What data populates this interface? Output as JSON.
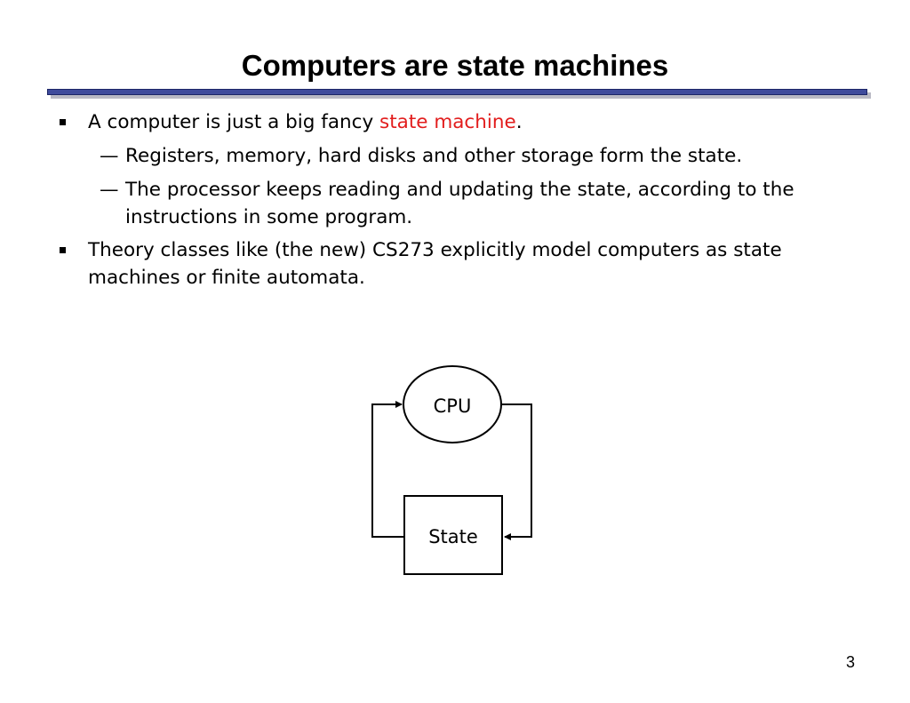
{
  "slide": {
    "title": "Computers are state machines",
    "page_number": "3"
  },
  "bullets": [
    {
      "text_before": "A computer is just a big fancy ",
      "highlight": "state machine",
      "text_after": ".",
      "sub": [
        {
          "lines": [
            "Registers, memory, hard disks and other storage form the state."
          ]
        },
        {
          "lines": [
            "The processor keeps reading and updating the state, according to the",
            "instructions in some program."
          ]
        }
      ]
    },
    {
      "lines": [
        "Theory classes like (the new) CS273 explicitly model computers as state",
        "machines or finite automata."
      ]
    }
  ],
  "sub_marker": "—",
  "diagram": {
    "cpu_label": "CPU",
    "state_label": "State"
  },
  "colors": {
    "highlight": "#e21d1d",
    "title_rule": "#3f4b9c"
  }
}
